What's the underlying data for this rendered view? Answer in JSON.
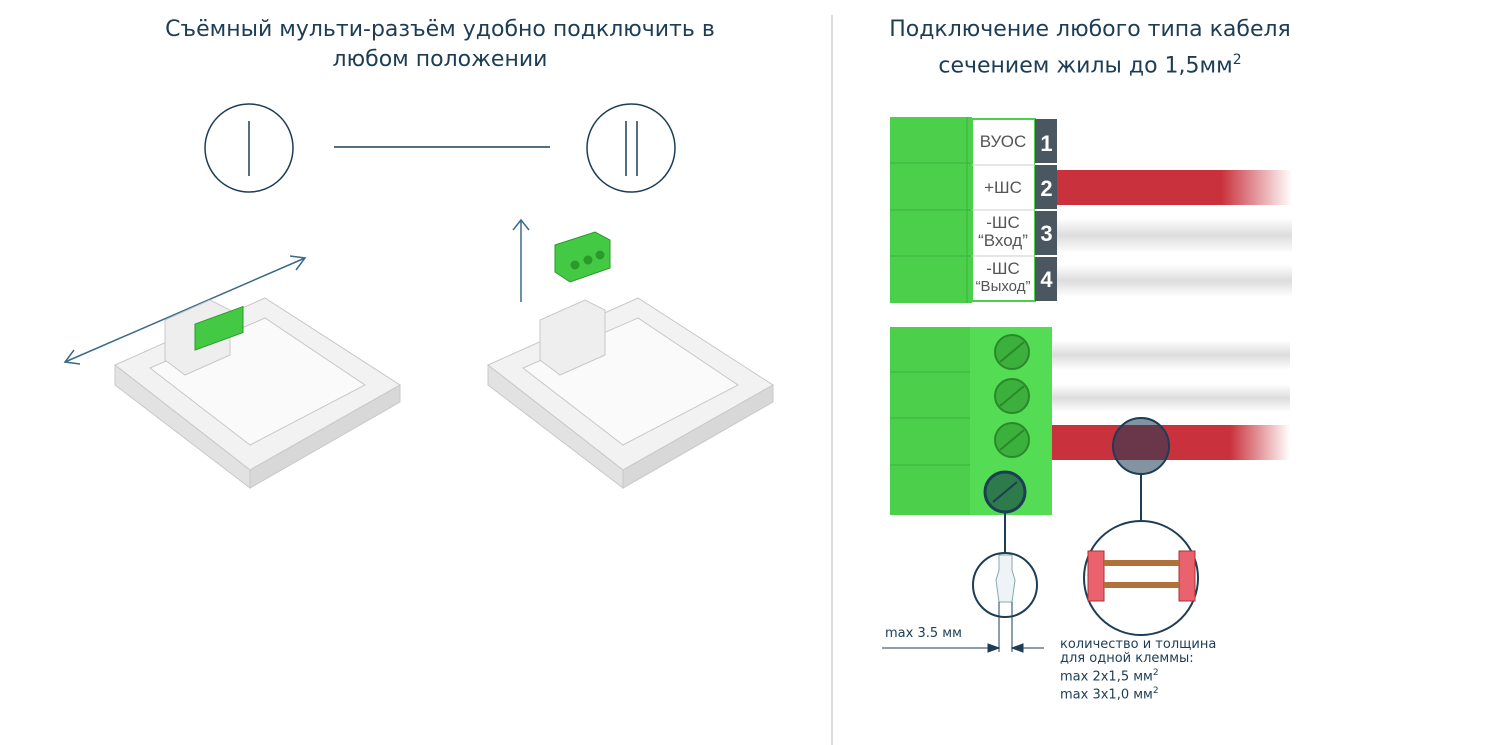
{
  "left_title": {
    "line1": "Съёмный мульти-разъём удобно подключить в",
    "line2": "любом положении"
  },
  "right_title": {
    "line1": "Подключение любого типа кабеля",
    "line2": "сечением жилы до 1,5мм",
    "sup": "2"
  },
  "terminals": [
    {
      "label1": "ВУОС",
      "label2": "",
      "number": "1"
    },
    {
      "label1": "+ШС",
      "label2": "",
      "number": "2"
    },
    {
      "label1": "-ШС",
      "label2": "“Вход”",
      "number": "3"
    },
    {
      "label1": "-ШС",
      "label2": "“Выход”",
      "number": "4"
    }
  ],
  "dimension": {
    "text": "max 3.5 мм"
  },
  "capacity": {
    "line1": "количество и толщина",
    "line2": "для одной клеммы:",
    "line3": "max 2x1,5 мм",
    "line4": "max 3x1,0 мм",
    "sup": "2"
  },
  "colors": {
    "accent": "#1c3d55",
    "green": "#4cd04c",
    "red": "#c9323c",
    "label_dark": "#4a5660"
  }
}
